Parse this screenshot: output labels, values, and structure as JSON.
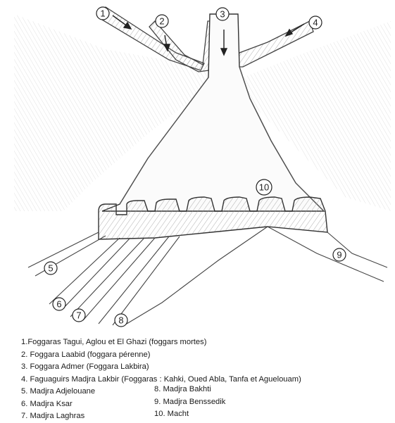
{
  "markers": [
    "1",
    "2",
    "3",
    "4",
    "5",
    "6",
    "7",
    "8",
    "9",
    "10"
  ],
  "legend": {
    "left": [
      "1.Foggaras Tagui, Aglou et El Ghazi (foggars mortes)",
      "2. Foggara Laabid (foggara pérenne)",
      "3. Foggara Admer (Foggara Lakbira)",
      "4. Faguaguirs Madjra Lakbir (Foggaras : Kahki, Oued Abla, Tanfa et Aguelouam)",
      "5. Madjra Adjelouane",
      "6. Madjra Ksar",
      "7. Madjra Laghras"
    ],
    "right": [
      "8. Madjra Bakhti",
      "9. Madjra Benssedik",
      "10. Macht"
    ]
  }
}
